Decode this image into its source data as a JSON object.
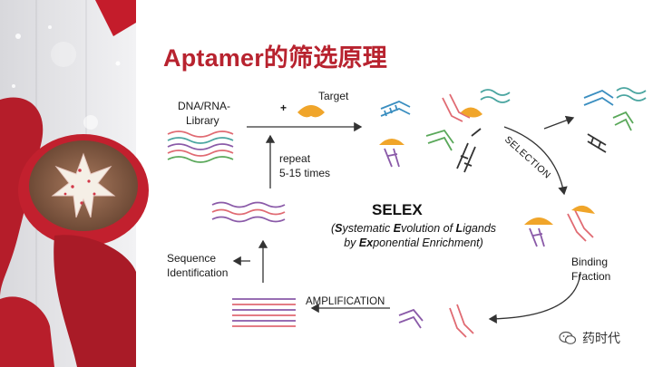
{
  "slide": {
    "title": "Aptamer的筛选原理"
  },
  "diagram": {
    "library_label_1": "DNA/RNA-",
    "library_label_2": "Library",
    "plus_sign": "+",
    "target_label": "Target",
    "repeat_label_1": "repeat",
    "repeat_label_2": "5-15 times",
    "selection_label": "SELECTION",
    "selex_title": "SELEX",
    "selex_sub": {
      "line1_a": "(",
      "line1_s": "S",
      "line1_ystematic": "ystematic ",
      "line1_e": "E",
      "line1_volution": "volution of ",
      "line1_l": "L",
      "line1_igands": "igands",
      "line2_by": "by ",
      "line2_ex": "Ex",
      "line2_ponential": "ponential Enrichment)"
    },
    "sequence_label_1": "Sequence",
    "sequence_label_2": "Identification",
    "amplification_label": "AMPLIFICATION",
    "binding_label_1": "Binding",
    "binding_label_2": "Fraction"
  },
  "watermark": {
    "text": "药时代",
    "icon": "wechat-icon"
  },
  "colors": {
    "title": "#b8232f",
    "target": "#f0a52a",
    "strand_red": "#e06a72",
    "strand_teal": "#4aa5a0",
    "strand_purple": "#8a5aa8",
    "strand_green": "#5aa85a",
    "strand_black": "#333333",
    "strand_blue": "#3a8ec0"
  }
}
